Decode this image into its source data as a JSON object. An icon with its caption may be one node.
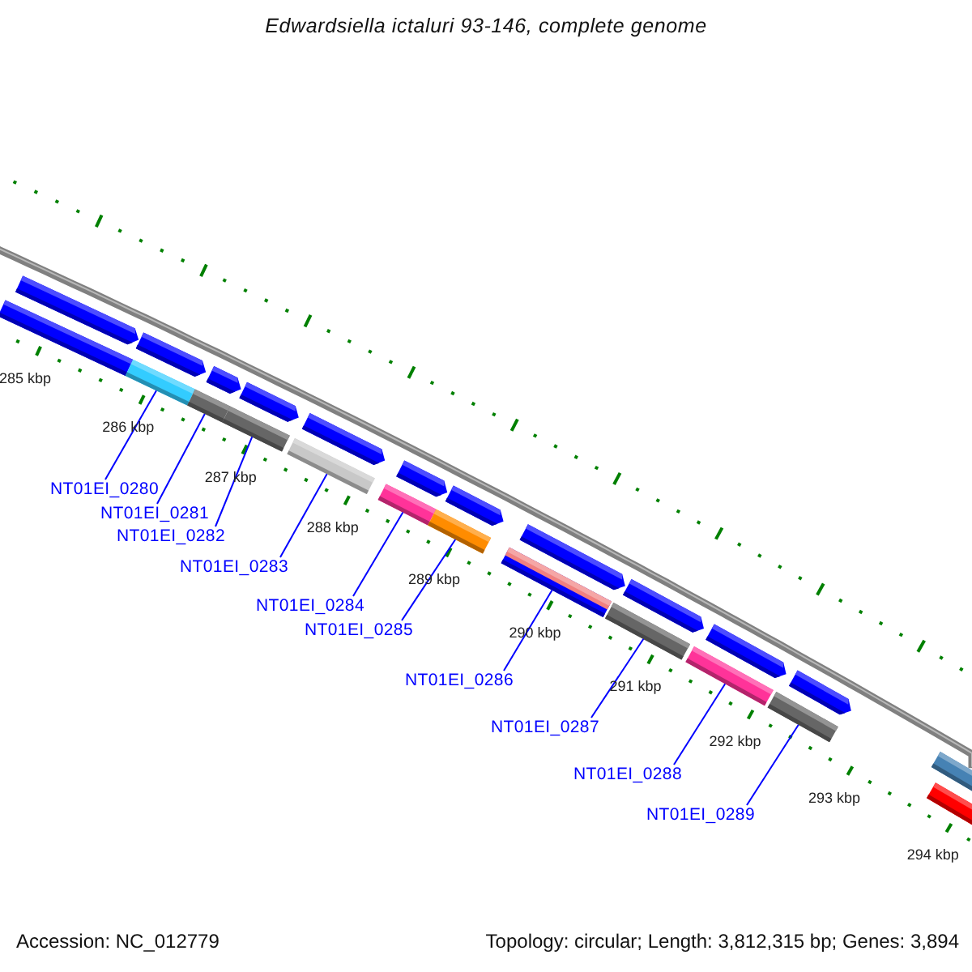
{
  "diagram": {
    "title": "Edwardsiella ictaluri 93-146, complete genome",
    "nodes": [
      {
        "text": [
          "NT01EI_0280"
        ]
      },
      {
        "text": [
          "NT01EI_0281"
        ]
      },
      {
        "text": [
          "NT01EI_0282"
        ]
      },
      {
        "text": [
          "NT01EI_0283"
        ]
      },
      {
        "text": [
          "NT01EI_0284"
        ]
      },
      {
        "text": [
          "NT01EI_0285"
        ]
      },
      {
        "text": [
          "NT01EI_0286"
        ]
      },
      {
        "text": [
          "NT01EI_0287"
        ]
      },
      {
        "text": [
          "NT01EI_0288"
        ]
      },
      {
        "text": [
          "NT01EI_0289"
        ]
      },
      {
        "text": [],
        "shape": "bar"
      },
      {
        "text": [],
        "shape": "pentagon"
      },
      {
        "text": [],
        "shape": "pentagon"
      },
      {
        "text": [],
        "shape": "bar"
      },
      {
        "text": [],
        "shape": "bar"
      },
      {
        "text": [],
        "shape": "pentagon"
      },
      {
        "text": [],
        "shape": "bar"
      },
      {
        "text": [],
        "shape": "pentagon"
      },
      {
        "text": [],
        "shape": "bar"
      },
      {
        "text": [],
        "shape": "pentagon"
      },
      {
        "text": [],
        "shape": "bar"
      },
      {
        "text": [],
        "shape": "pentagon"
      },
      {
        "text": [],
        "shape": "bar"
      },
      {
        "text": [],
        "shape": "pentagon"
      },
      {
        "text": [],
        "shape": "bar"
      },
      {
        "text": [],
        "shape": "pentagon"
      },
      {
        "text": [],
        "shape": "bar"
      },
      {
        "text": [],
        "shape": "pentagon"
      },
      {
        "text": [],
        "shape": "bar"
      },
      {
        "text": [],
        "shape": "pentagon"
      },
      {
        "text": [],
        "shape": "bar"
      },
      {
        "text": [],
        "shape": "pentagon"
      },
      {
        "text": [],
        "shape": "bar"
      },
      {
        "text": [],
        "shape": "bar"
      }
    ],
    "edges": [
      {
        "from": 0,
        "to": 13,
        "arrow": "none"
      },
      {
        "from": 1,
        "to": 14,
        "arrow": "none"
      },
      {
        "from": 2,
        "to": 16,
        "arrow": "none"
      },
      {
        "from": 3,
        "to": 18,
        "arrow": "none"
      },
      {
        "from": 4,
        "to": 20,
        "arrow": "none"
      },
      {
        "from": 5,
        "to": 22,
        "arrow": "none"
      },
      {
        "from": 6,
        "to": 24,
        "arrow": "none"
      },
      {
        "from": 7,
        "to": 26,
        "arrow": "none"
      },
      {
        "from": 8,
        "to": 28,
        "arrow": "none"
      },
      {
        "from": 9,
        "to": 30,
        "arrow": "none"
      }
    ],
    "labels": [
      "285 kbp",
      "286 kbp",
      "287 kbp",
      "288 kbp",
      "289 kbp",
      "290 kbp",
      "291 kbp",
      "292 kbp",
      "293 kbp",
      "294 kbp",
      "Accession: NC_012779",
      "Topology: circular; Length: 3,812,315 bp; Genes: 3,894"
    ]
  }
}
